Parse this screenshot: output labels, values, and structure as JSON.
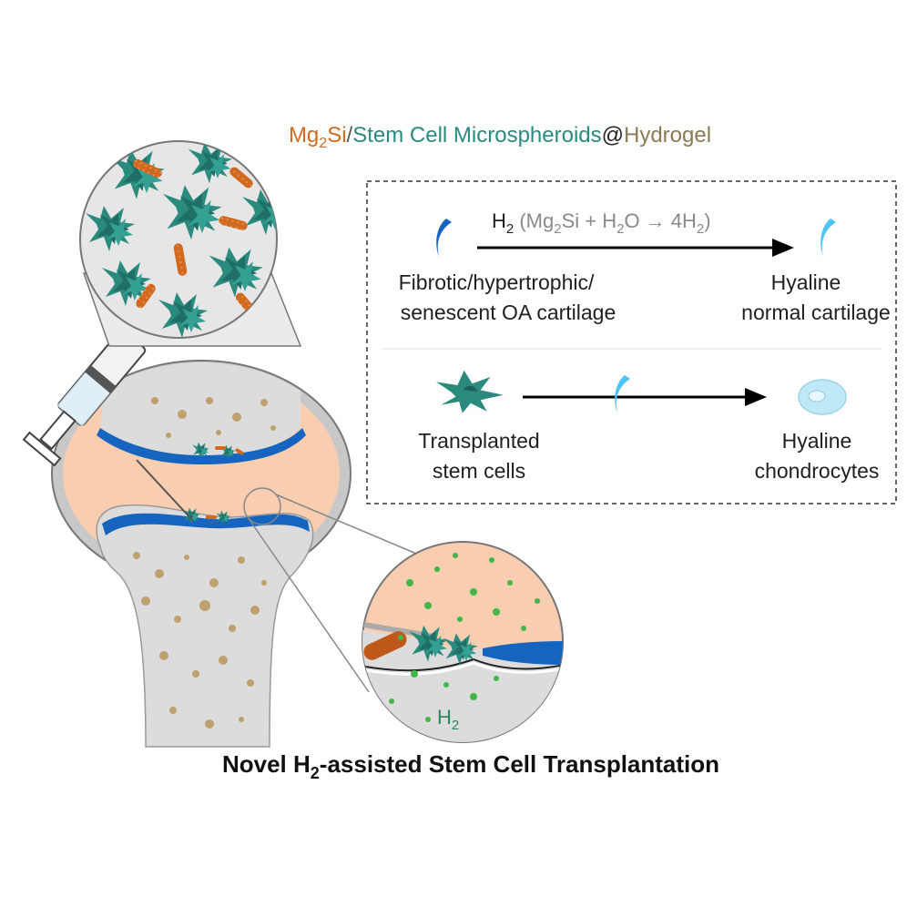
{
  "header": {
    "part_mg": "Mg",
    "part_mg_sub": "2",
    "part_si": "Si",
    "part_slash": "/",
    "part_stem": "Stem Cell Microspheroids",
    "part_at": "@",
    "part_gel": "Hydrogel"
  },
  "legend": {
    "h2_symbol": "H",
    "h2_sub": "2",
    "reaction_open": " (Mg",
    "reaction_sub1": "2",
    "reaction_mid": "Si + H",
    "reaction_sub2": "2",
    "reaction_mid2": "O → 4H",
    "reaction_sub3": "2",
    "reaction_close": ")",
    "left_label_line1": "Fibrotic/hypertrophic/",
    "left_label_line2": "senescent OA cartilage",
    "right_label_line1": "Hyaline",
    "right_label_line2": "normal cartilage",
    "cell_left_line1": "Transplanted",
    "cell_left_line2": "stem cells",
    "cell_right_line1": "Hyaline",
    "cell_right_line2": "chondrocytes"
  },
  "zoom": {
    "h2_symbol": "H",
    "h2_sub": "2"
  },
  "footer": {
    "title_start": "Novel H",
    "title_sub": "2",
    "title_end": "-assisted Stem Cell Transplantation"
  },
  "colors": {
    "mg2si": "#d2691e",
    "stem": "#2a8a7e",
    "hydrogel": "#8c7a55",
    "cartilage_blue": "#1565c0",
    "light_blue": "#4fc3f7",
    "joint_space": "#f8cdb0",
    "bone": "#dcdcdc",
    "h2_green": "#43b649"
  }
}
